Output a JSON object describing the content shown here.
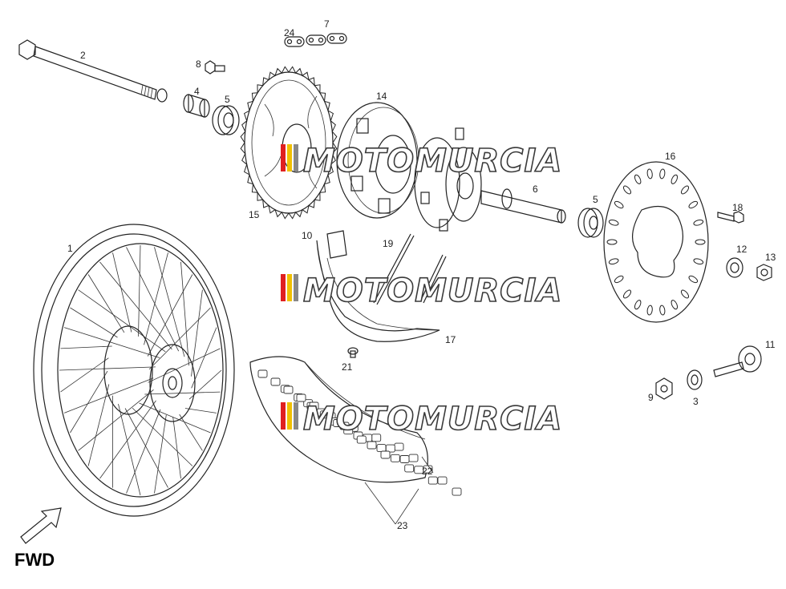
{
  "diagram": {
    "direction_label": "FWD",
    "watermark": "MOTOMURCIA",
    "callouts": [
      "1",
      "2",
      "3",
      "4",
      "5",
      "5",
      "6",
      "7",
      "8",
      "9",
      "10",
      "11",
      "12",
      "13",
      "14",
      "15",
      "16",
      "17",
      "18",
      "19",
      "21",
      "22",
      "23",
      "24"
    ]
  }
}
